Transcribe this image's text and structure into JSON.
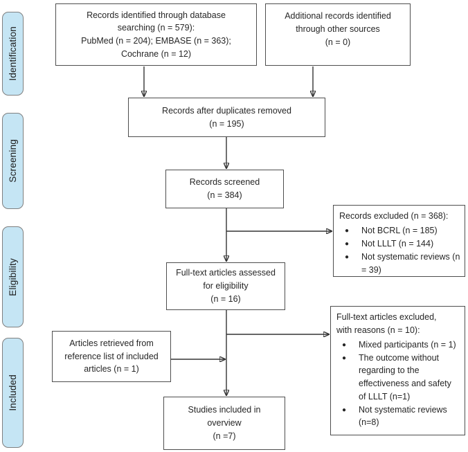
{
  "stages": {
    "identification": "Identification",
    "screening": "Screening",
    "eligibility": "Eligibility",
    "included": "Included"
  },
  "boxes": {
    "identified": {
      "text": "Records identified through database\nsearching (n = 579):\nPubMed (n = 204); EMBASE (n = 363);\nCochrane (n = 12)"
    },
    "additional": {
      "text": "Additional records identified\nthrough other sources\n(n = 0)"
    },
    "duplicates": {
      "text": "Records after duplicates removed\n(n = 195)"
    },
    "screened": {
      "text": "Records screened\n(n = 384)"
    },
    "records_excluded": {
      "title": "Records excluded (n = 368):",
      "bullets": [
        "Not BCRL (n = 185)",
        "Not LLLT (n = 144)",
        "Not systematic reviews (n = 39)"
      ]
    },
    "fulltext": {
      "text": "Full-text articles assessed\nfor eligibility\n(n = 16)"
    },
    "fulltext_excluded": {
      "title": "Full-text articles excluded,\nwith reasons (n = 10):",
      "bullets": [
        "Mixed participants (n = 1)",
        "The outcome without regarding to the effectiveness and safety of LLLT (n=1)",
        "Not systematic reviews (n=8)"
      ]
    },
    "retrieved": {
      "text": "Articles retrieved from\nreference list of included\narticles (n = 1)"
    },
    "studies": {
      "text": "Studies included in\noverview\n(n =7)"
    }
  },
  "bullet_glyph": "●",
  "colors": {
    "stage_fill": "#C5E5F4",
    "stage_border": "#7F7F7F",
    "box_border": "#4D4D4D",
    "arrow": "#333333",
    "text": "#262626"
  }
}
